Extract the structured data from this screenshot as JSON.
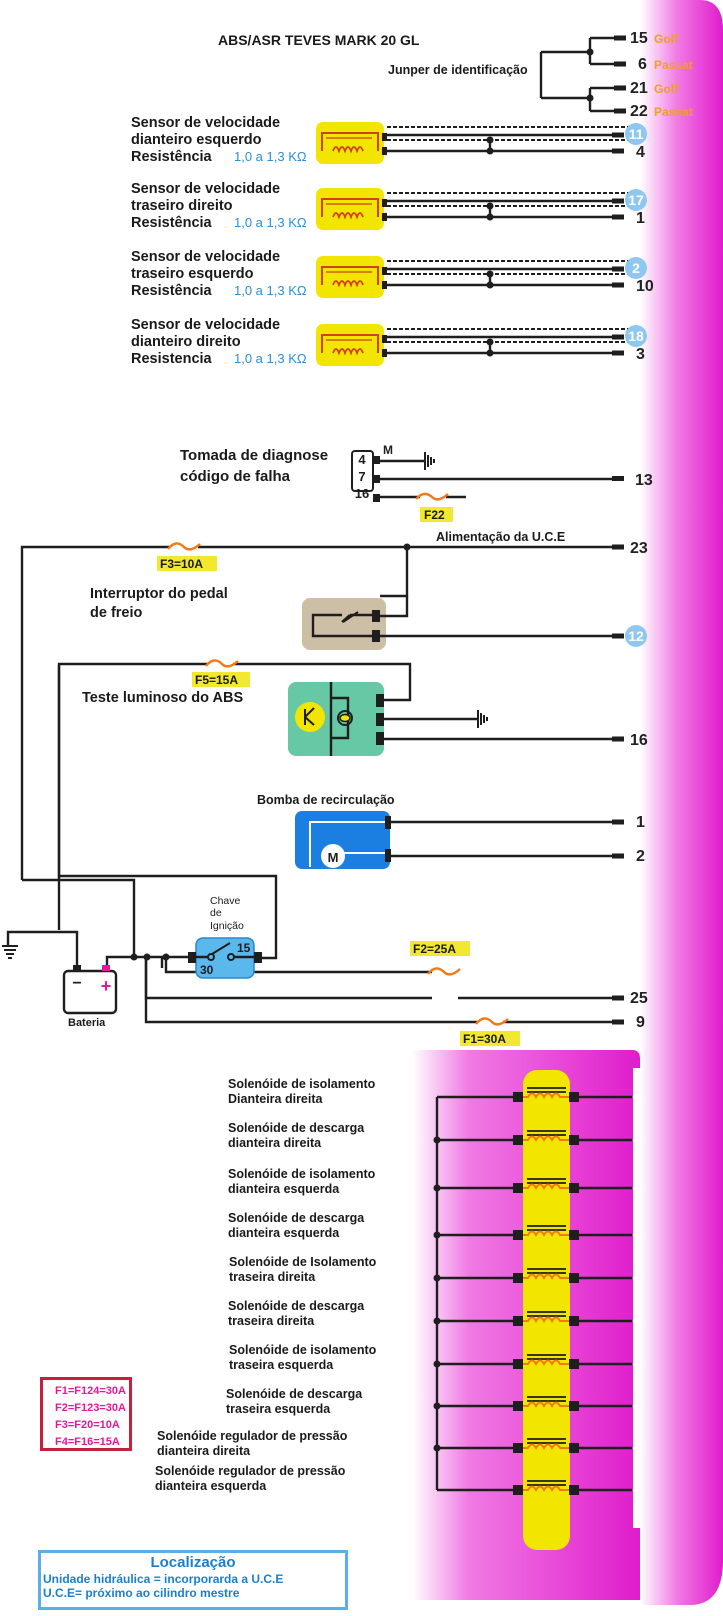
{
  "title": "ABS/ASR TEVES MARK 20 GL",
  "jumper": {
    "label": "Junper de identificação",
    "pins": [
      {
        "pin": "15",
        "model": "Golf"
      },
      {
        "pin": "6",
        "model": "Passat"
      },
      {
        "pin": "21",
        "model": "Golf"
      },
      {
        "pin": "22",
        "model": "Passat"
      }
    ]
  },
  "sensors": [
    {
      "line1": "Sensor de velocidade",
      "line2": "dianteiro esquerdo",
      "line3": "Resistência",
      "resistance": "1,0 a 1,3 KΩ",
      "pin_signal": "11",
      "pin_ground": "4"
    },
    {
      "line1": "Sensor de velocidade",
      "line2": "traseiro direito",
      "line3": "Resistência",
      "resistance": "1,0 a 1,3 KΩ",
      "pin_signal": "17",
      "pin_ground": "1"
    },
    {
      "line1": "Sensor de velocidade",
      "line2": "traseiro esquerdo",
      "line3": "Resistência",
      "resistance": "1,0 a 1,3 KΩ",
      "pin_signal": "2",
      "pin_ground": "10"
    },
    {
      "line1": "Sensor de velocidade",
      "line2": "dianteiro direito",
      "line3": "Resistencia",
      "resistance": "1,0 a 1,3 KΩ",
      "pin_signal": "18",
      "pin_ground": "3"
    }
  ],
  "diagnostic": {
    "line1": "Tomada de diagnose",
    "line2": "código de falha",
    "pins": [
      "4",
      "7",
      "16"
    ],
    "ground_label": "M",
    "fuse": "F22",
    "ecu_pin": "13"
  },
  "power": {
    "label": "Alimentação da U.C.E",
    "fuse": "F3=10A",
    "ecu_pin": "23"
  },
  "brake_switch": {
    "line1": "Interruptor do pedal",
    "line2": "de freio",
    "ecu_pin": "12"
  },
  "abs_lamp": {
    "label": "Teste luminoso do ABS",
    "fuse": "F5=15A",
    "ecu_pin": "16"
  },
  "pump": {
    "label": "Bomba de recirculação",
    "motor": "M",
    "ecu_pins": [
      "1",
      "2"
    ]
  },
  "ignition": {
    "line1": "Chave",
    "line2": "de",
    "line3": "Ignição",
    "terminal_in": "30",
    "terminal_out": "15"
  },
  "battery": {
    "label": "Bateria",
    "neg": "−",
    "pos": "+"
  },
  "supply": [
    {
      "fuse": "F2=25A",
      "ecu_pin": "25"
    },
    {
      "fuse": "F1=30A",
      "ecu_pin": "9"
    }
  ],
  "solenoids": [
    {
      "line1": "Solenóide de isolamento",
      "line2": "Dianteira direita"
    },
    {
      "line1": "Solenóide de descarga",
      "line2": "dianteira direita"
    },
    {
      "line1": "Solenóide de isolamento",
      "line2": "dianteira esquerda"
    },
    {
      "line1": "Solenóide de descarga",
      "line2": "dianteira esquerda"
    },
    {
      "line1": "Solenóide de Isolamento",
      "line2": "traseira direita"
    },
    {
      "line1": "Solenóide de descarga",
      "line2": "traseira direita"
    },
    {
      "line1": "Solenóide de isolamento",
      "line2": "traseira esquerda"
    },
    {
      "line1": "Solenóide de descarga",
      "line2": "traseira esquerda"
    },
    {
      "line1": "Solenóide regulador de pressão",
      "line2": "dianteira direita"
    },
    {
      "line1": "Solenóide regulador de pressão",
      "line2": "dianteira esquerda"
    }
  ],
  "fuse_legend": [
    "F1=F124=30A",
    "F2=F123=30A",
    "F3=F20=10A",
    "F4=F16=15A"
  ],
  "location": {
    "title": "Localização",
    "line1": "Unidade hidráulica = incorporarda a U.C.E",
    "line2": "U.C.E= próximo ao cilindro mestre"
  },
  "colors": {
    "ecu_magenta": "#e01ccc",
    "sensor_yellow": "#f2e600",
    "fuse_orange": "#f07a18",
    "fuse_label_bg": "#f2e830",
    "pin_circle_blue": "#8ec8f0",
    "brake_switch_tan": "#cdbfa5",
    "lamp_green": "#66c8a4",
    "pump_blue": "#1a7fe0",
    "ignition_blue": "#5ab8ec",
    "legend_red": "#c3203c",
    "legend_text_pink": "#e8169c",
    "location_blue": "#1a7fd0",
    "golf_passat_text": "#f0a020"
  }
}
